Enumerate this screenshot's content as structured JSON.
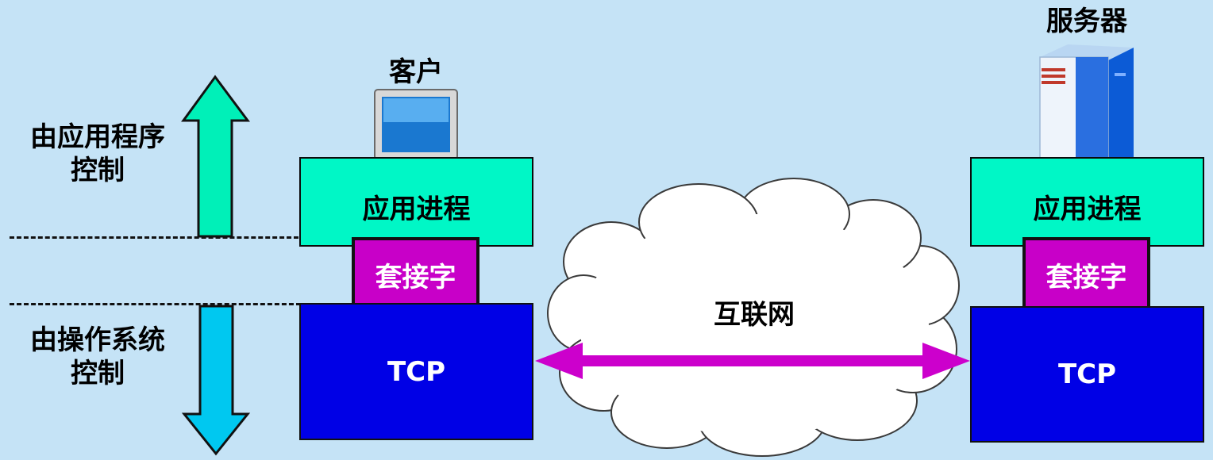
{
  "left_labels": {
    "app_control": [
      "由应用程序",
      "控制"
    ],
    "os_control": [
      "由操作系统",
      "控制"
    ]
  },
  "client": {
    "title": "客户",
    "app_process": "应用进程",
    "socket": "套接字",
    "tcp": "TCP"
  },
  "server": {
    "title": "服务器",
    "app_process": "应用进程",
    "socket": "套接字",
    "tcp": "TCP"
  },
  "network": {
    "label": "互联网"
  },
  "colors": {
    "background": "#c5e3f6",
    "app_box": "#00f7c6",
    "socket_box": "#c800c8",
    "tcp_box": "#0000e6",
    "up_arrow": "#00f0b8",
    "down_arrow": "#00c8f0",
    "link_arrow": "#cc00cc"
  }
}
